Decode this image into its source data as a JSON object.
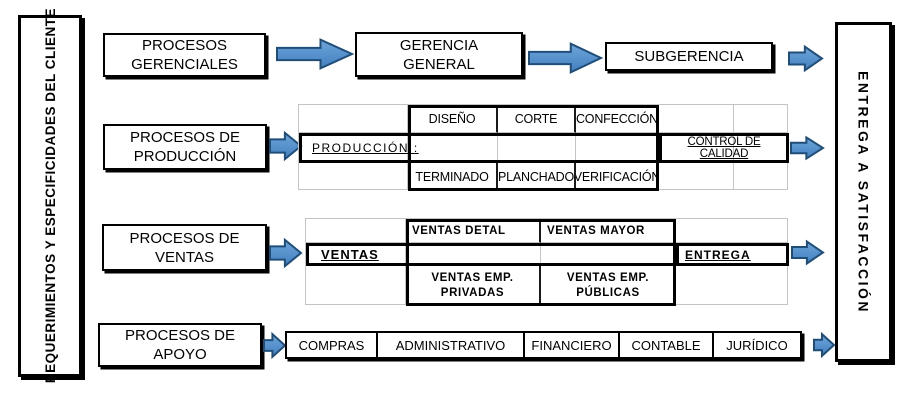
{
  "colors": {
    "arrow_fill_top": "#6fa5da",
    "arrow_fill_bottom": "#4280c0",
    "arrow_stroke": "#1f4e79"
  },
  "left_bar": {
    "label": "REQUERIMIENTOS Y ESPECIFICIDADES DEL CLIENTE"
  },
  "right_bar": {
    "label": "ENTREGA A SATISFACCIÓN"
  },
  "management_row": {
    "process_box": "PROCESOS\nGERENCIALES",
    "general_management_box": "GERENCIA\nGENERAL",
    "sub_management_box": "SUBGERENCIA"
  },
  "production_row": {
    "process_box": "PROCESOS DE\nPRODUCCIÓN",
    "table": {
      "label": "PRODUCCIÓN :",
      "top_cells": [
        "DISEÑO",
        "CORTE",
        "CONFECCIÓN"
      ],
      "bottom_cells": [
        "TERMINADO",
        "PLANCHADO",
        "VERIFICACIÓN"
      ],
      "quality_cell": "CONTROL DE CALIDAD"
    }
  },
  "sales_row": {
    "process_box": "PROCESOS DE\nVENTAS",
    "table": {
      "label": "VENTAS",
      "top_cells": [
        "VENTAS DETAL",
        "VENTAS MAYOR"
      ],
      "bottom_cells": [
        "VENTAS EMP.\nPRIVADAS",
        "VENTAS EMP.\nPÚBLICAS"
      ],
      "delivery_cell": "ENTREGA"
    }
  },
  "support_row": {
    "process_box": "PROCESOS DE\nAPOYO",
    "cells": [
      "COMPRAS",
      "ADMINISTRATIVO",
      "FINANCIERO",
      "CONTABLE",
      "JURÍDICO"
    ]
  }
}
